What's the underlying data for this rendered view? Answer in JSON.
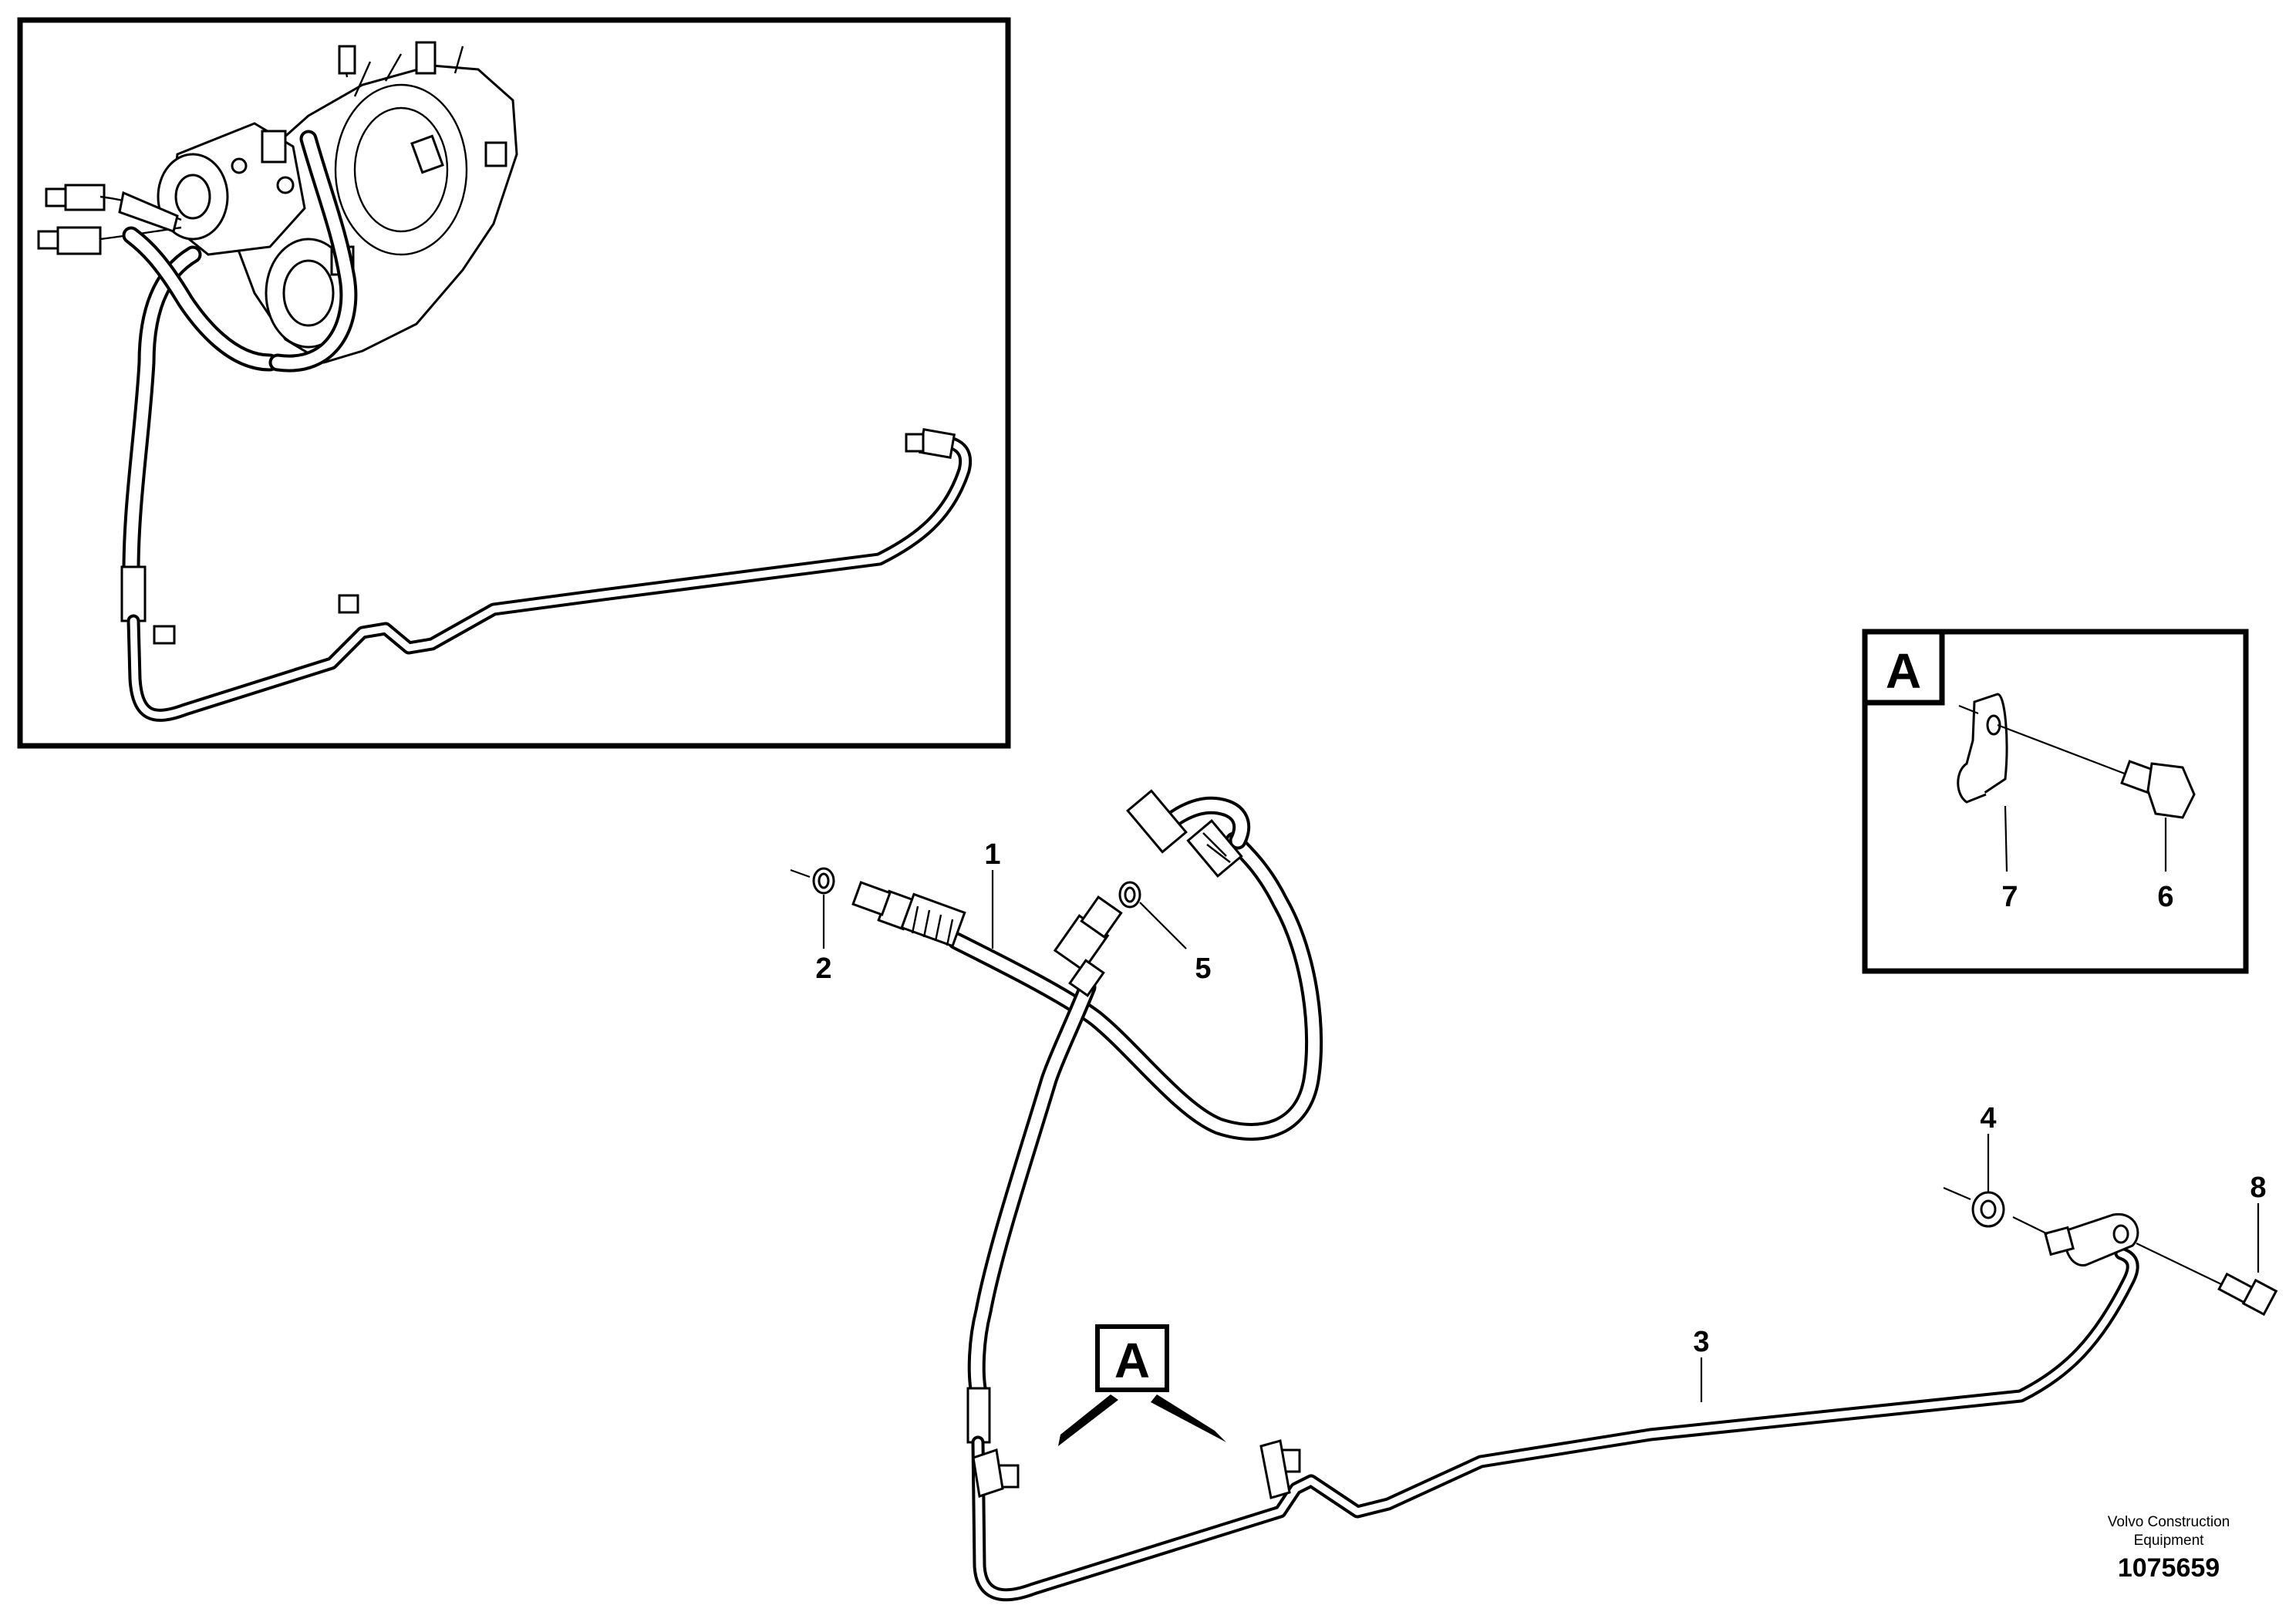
{
  "callouts": {
    "c1": "1",
    "c2": "2",
    "c3": "3",
    "c4": "4",
    "c5": "5",
    "c6": "6",
    "c7": "7",
    "c8": "8"
  },
  "view_label": "A",
  "detail_view_label": "A",
  "footer": {
    "brand_line1": "Volvo Construction",
    "brand_line2": "Equipment",
    "drawing_number": "1075659"
  }
}
